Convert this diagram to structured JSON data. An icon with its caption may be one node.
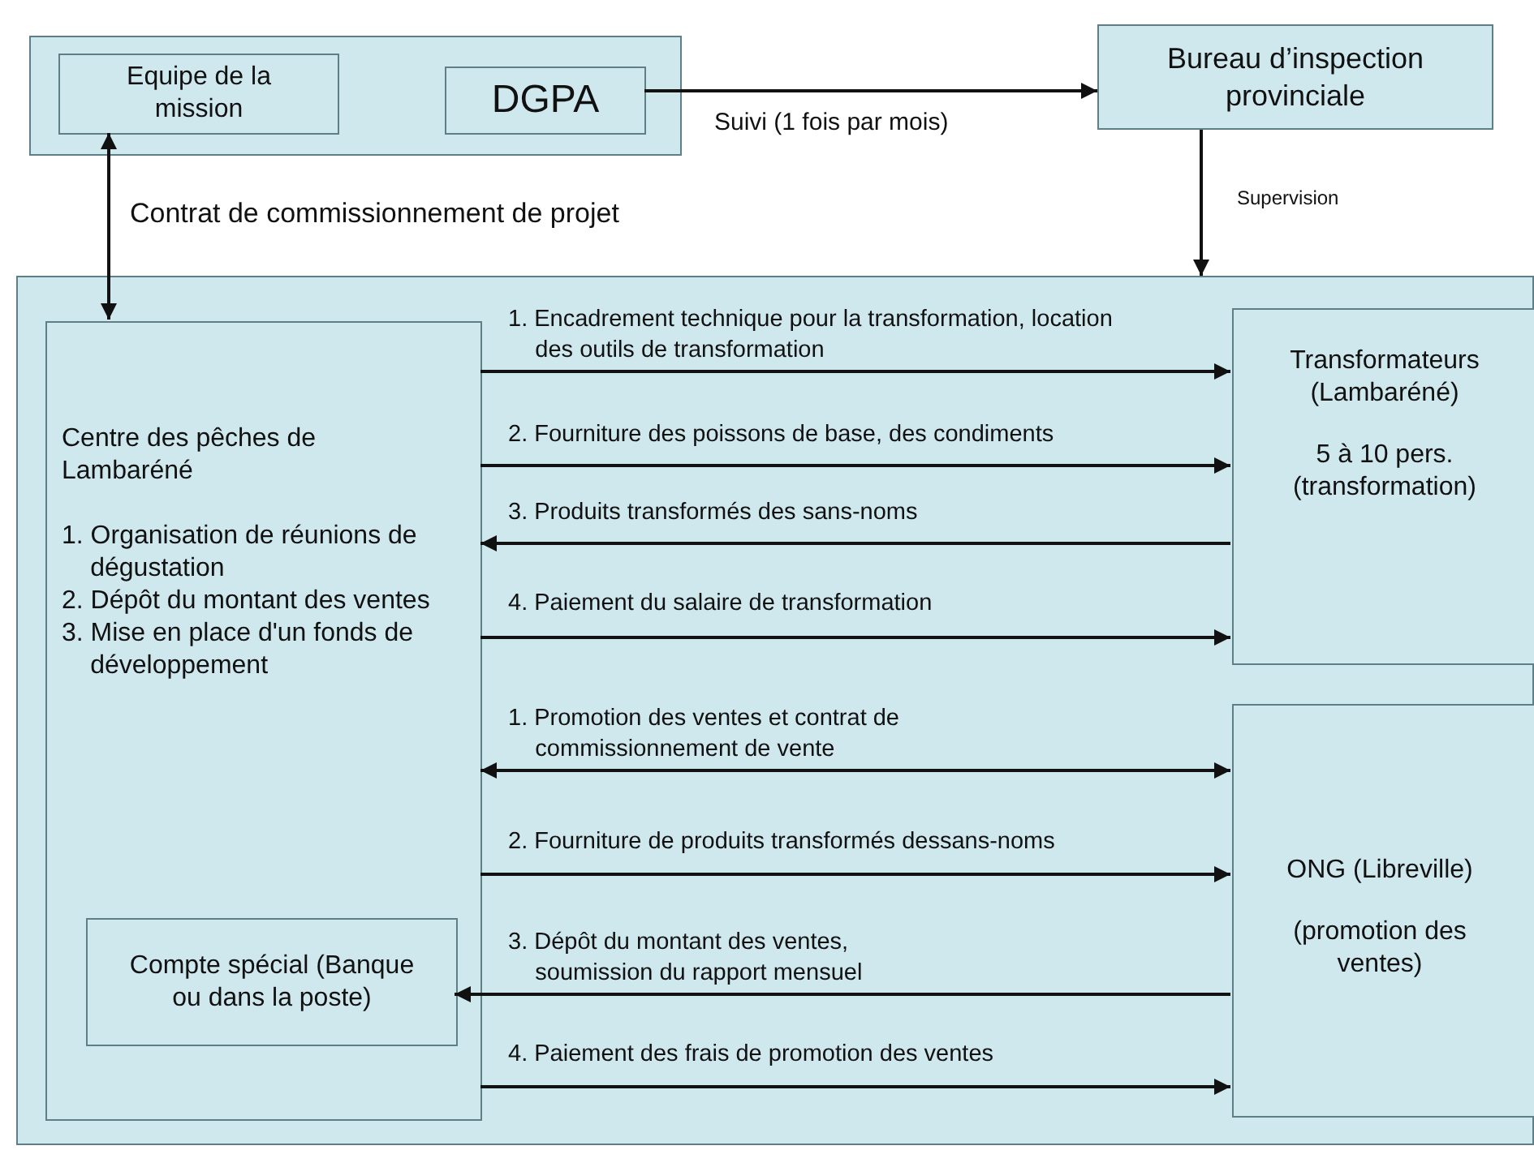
{
  "diagram": {
    "nodes": [
      {
        "text": [],
        "shape": "box"
      },
      {
        "text": [
          "Equipe de la mission"
        ],
        "in": 0
      },
      {
        "text": [
          "DGPA"
        ],
        "in": 0
      },
      {
        "text": [
          "Bureau d’inspection provinciale"
        ]
      },
      {
        "text": [],
        "shape": "box"
      },
      {
        "text": [
          "Centre des pêches de Lambaréné",
          "1. Organisation de réunions de dégustation",
          "2. Dépôt du montant des ventes",
          "3. Mise en place d'un fonds de développement"
        ],
        "in": 4
      },
      {
        "text": [
          "Compte spécial (Banque ou dans la poste)"
        ],
        "in": 5
      },
      {
        "text": [
          "Transformateurs (Lambaréné)",
          "5 à 10 pers. (transformation)"
        ],
        "in": 4
      },
      {
        "text": [
          "ONG (Libreville)",
          "(promotion des ventes)"
        ],
        "in": 4
      }
    ],
    "edges": [
      {
        "from": 2,
        "to": 3,
        "arrow": "to",
        "label": "Suivi (1 fois par mois)"
      },
      {
        "from": 1,
        "to": 5,
        "arrow": "both",
        "label": "Contrat de commissionnement de projet"
      },
      {
        "from": 3,
        "to": 4,
        "arrow": "to",
        "label": "Supervision"
      },
      {
        "from": 5,
        "to": 7,
        "arrow": "to",
        "label": "1. Encadrement technique pour la transformation, location des outils de transformation"
      },
      {
        "from": 5,
        "to": 7,
        "arrow": "to",
        "label": "2. Fourniture des poissons de base, des condiments"
      },
      {
        "from": 7,
        "to": 5,
        "arrow": "to",
        "label": "3. Produits transformés des sans-noms"
      },
      {
        "from": 5,
        "to": 7,
        "arrow": "to",
        "label": "4. Paiement du salaire de transformation"
      },
      {
        "from": 5,
        "to": 8,
        "arrow": "both",
        "label": "1. Promotion des ventes et contrat de commissionnement de vente"
      },
      {
        "from": 5,
        "to": 8,
        "arrow": "to",
        "label": "2. Fourniture de produits transformés dessans-noms"
      },
      {
        "from": 8,
        "to": 6,
        "arrow": "to",
        "label": "3. Dépôt du montant des ventes, soumission du rapport mensuel"
      },
      {
        "from": 5,
        "to": 8,
        "arrow": "to",
        "label": "4. Paiement des frais de promotion des ventes"
      }
    ]
  }
}
